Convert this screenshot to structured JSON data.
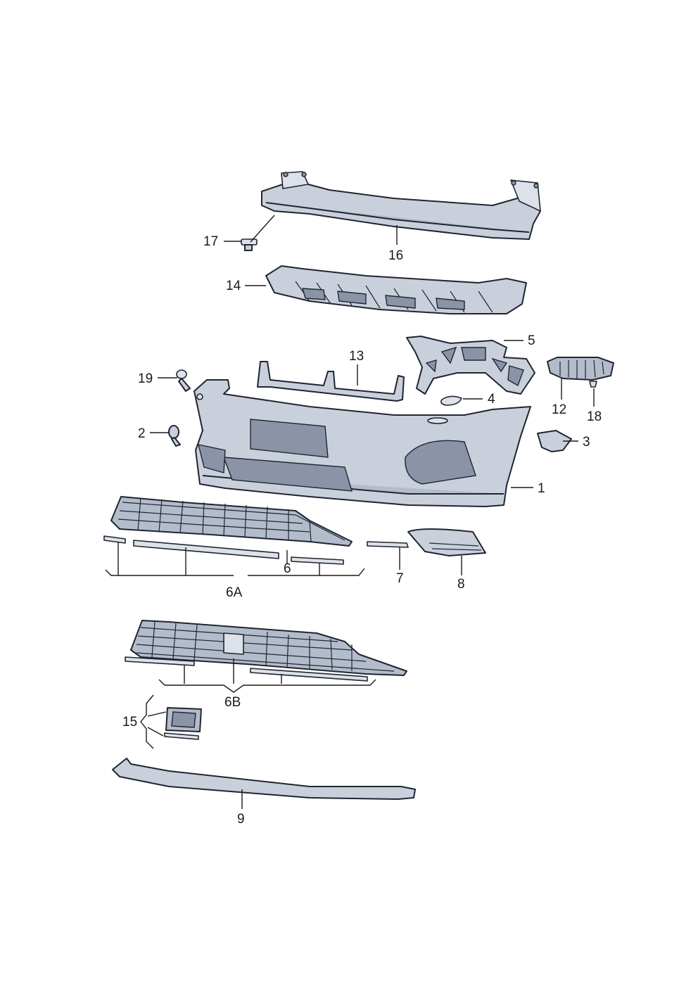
{
  "labels": {
    "l1": "1",
    "l2": "2",
    "l3": "3",
    "l4": "4",
    "l5": "5",
    "l6": "6",
    "l6a": "6A",
    "l6b": "6B",
    "l7": "7",
    "l8": "8",
    "l9": "9",
    "l12": "12",
    "l13": "13",
    "l14": "14",
    "l15": "15",
    "l16": "16",
    "l17": "17",
    "l18": "18",
    "l19": "19"
  },
  "colors": {
    "part_fill": "#c9d0dc",
    "outline": "#1f2530"
  }
}
